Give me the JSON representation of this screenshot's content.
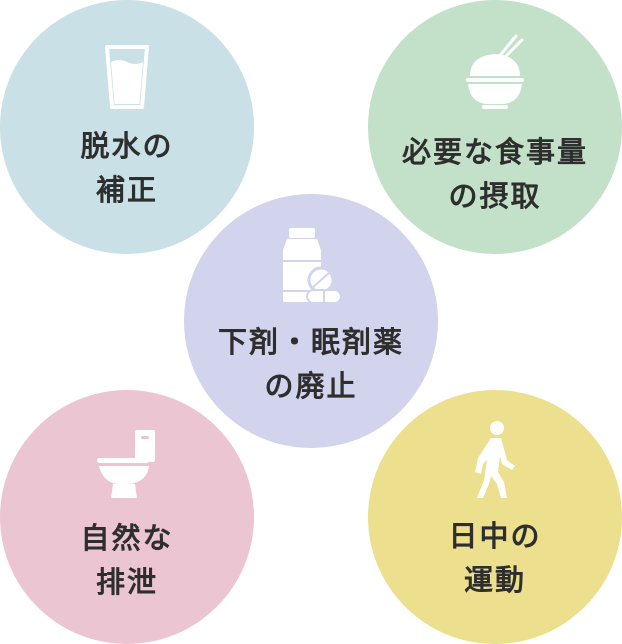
{
  "circles": {
    "dehydration": {
      "icon": "water-glass-icon",
      "color": "#c8e0e6",
      "line1": "脱水の",
      "line2": "補正"
    },
    "meal": {
      "icon": "rice-bowl-icon",
      "color": "#c3e0c8",
      "line1": "必要な食事量",
      "line2": "の摂取"
    },
    "drugs": {
      "icon": "medicine-bottle-icon",
      "color": "#d2d3ec",
      "line1": "下剤・眠剤薬",
      "line2": "の廃止"
    },
    "excretion": {
      "icon": "toilet-icon",
      "color": "#ecc5d2",
      "line1": "自然な",
      "line2": "排泄"
    },
    "exercise": {
      "icon": "walking-person-icon",
      "color": "#ecdf8e",
      "line1": "日中の",
      "line2": "運動"
    }
  }
}
